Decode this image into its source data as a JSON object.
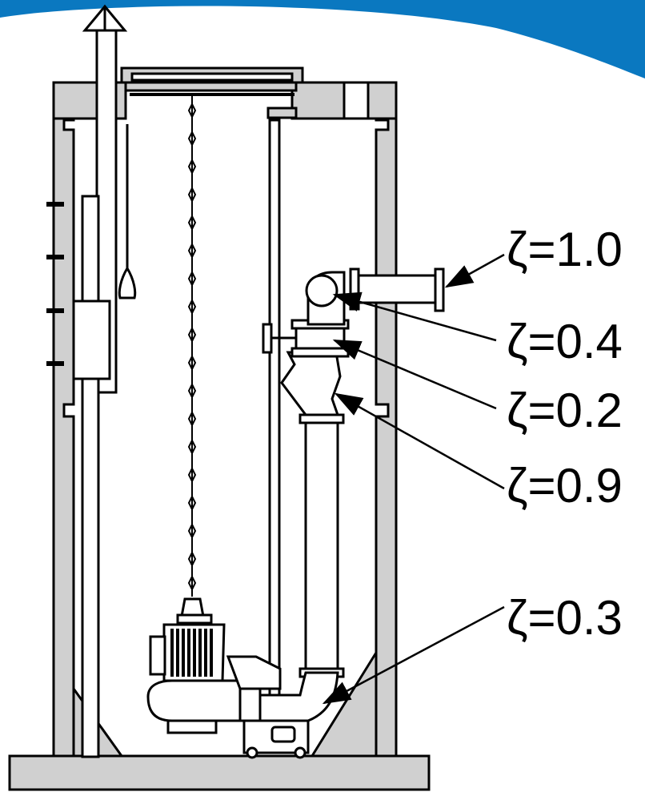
{
  "colors": {
    "banner": "#0a78c0",
    "concrete": "#d0d0d0",
    "line": "#000000",
    "background": "#ffffff"
  },
  "labels": [
    {
      "id": "outlet",
      "text": "ζ=1.0"
    },
    {
      "id": "bend",
      "text": "ζ=0.4"
    },
    {
      "id": "valve",
      "text": "ζ=0.2"
    },
    {
      "id": "check-valve",
      "text": "ζ=0.9"
    },
    {
      "id": "duckfoot",
      "text": "ζ=0.3"
    }
  ]
}
